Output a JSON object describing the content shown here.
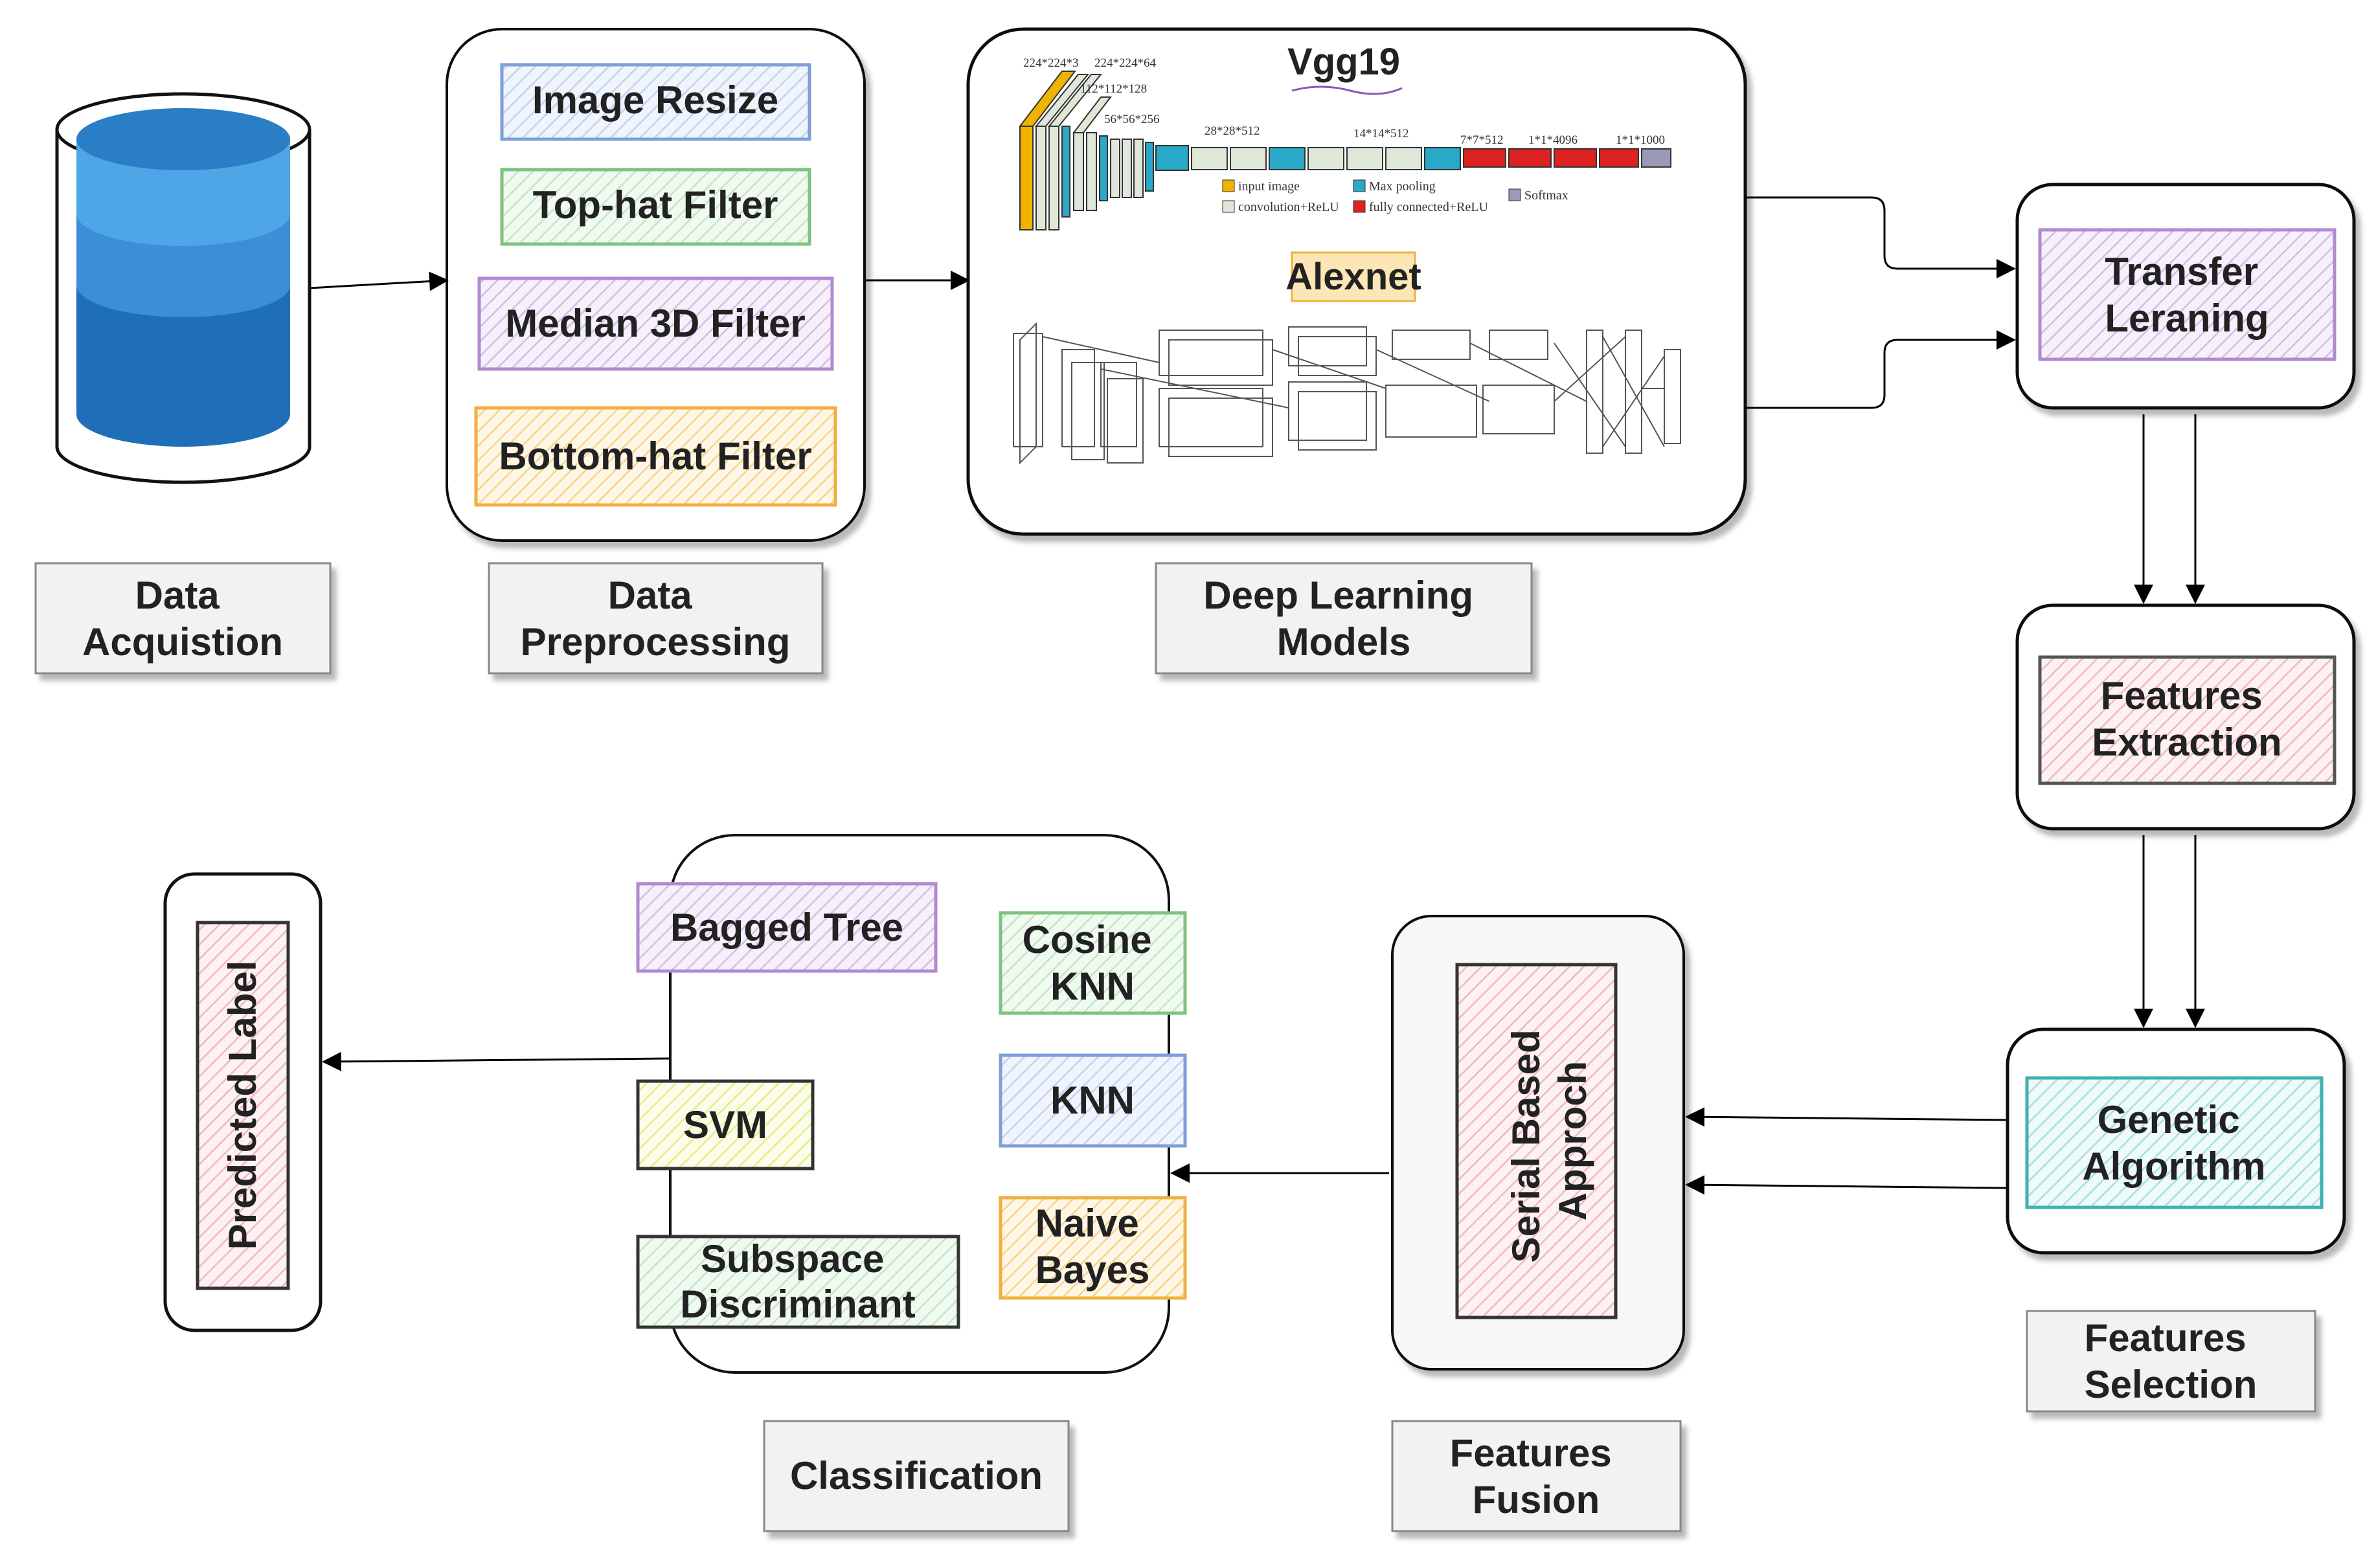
{
  "stages": {
    "acquisition": "Data\nAcquistion",
    "preprocessing": "Data\nPreprocessing",
    "deep_learning": "Deep Learning\nModels",
    "selection": "Features\nSelection",
    "fusion": "Features\nFusion",
    "classification": "Classification"
  },
  "preprocessing_steps": [
    "Image Resize",
    "Top-hat Filter",
    "Median 3D Filter",
    "Bottom-hat Filter"
  ],
  "models": {
    "vgg_title": "Vgg19",
    "alexnet_title": "Alexnet",
    "vgg_dims": [
      "224*224*3",
      "224*224*64",
      "112*112*128",
      "56*56*256",
      "28*28*512",
      "14*14*512",
      "7*7*512",
      "1*1*4096",
      "1*1*1000"
    ],
    "vgg_legend": [
      "input image",
      "Max pooling",
      "convolution+ReLU",
      "fully connected+ReLU",
      "Softmax"
    ]
  },
  "nodes": {
    "transfer": "Transfer\nLeraning",
    "extraction": "Features\nExtraction",
    "genetic": "Genetic\nAlgorithm",
    "serial": "Serial Based\nApproch",
    "predicted": "Predicted Label"
  },
  "classifiers": [
    "Bagged Tree",
    "Cosine\nKNN",
    "SVM",
    "KNN",
    "Subspace\nDiscriminant",
    "Naive\nBayes"
  ],
  "colors": {
    "blue": "#7f9fd6",
    "green": "#7fc27f",
    "purple": "#b08ad0",
    "orange": "#f0b040",
    "red": "#d04050",
    "teal": "#40b0b0",
    "lime": "#a8b820",
    "cyl_dark": "#1e6fb8",
    "cyl_light": "#4ea6e6"
  }
}
